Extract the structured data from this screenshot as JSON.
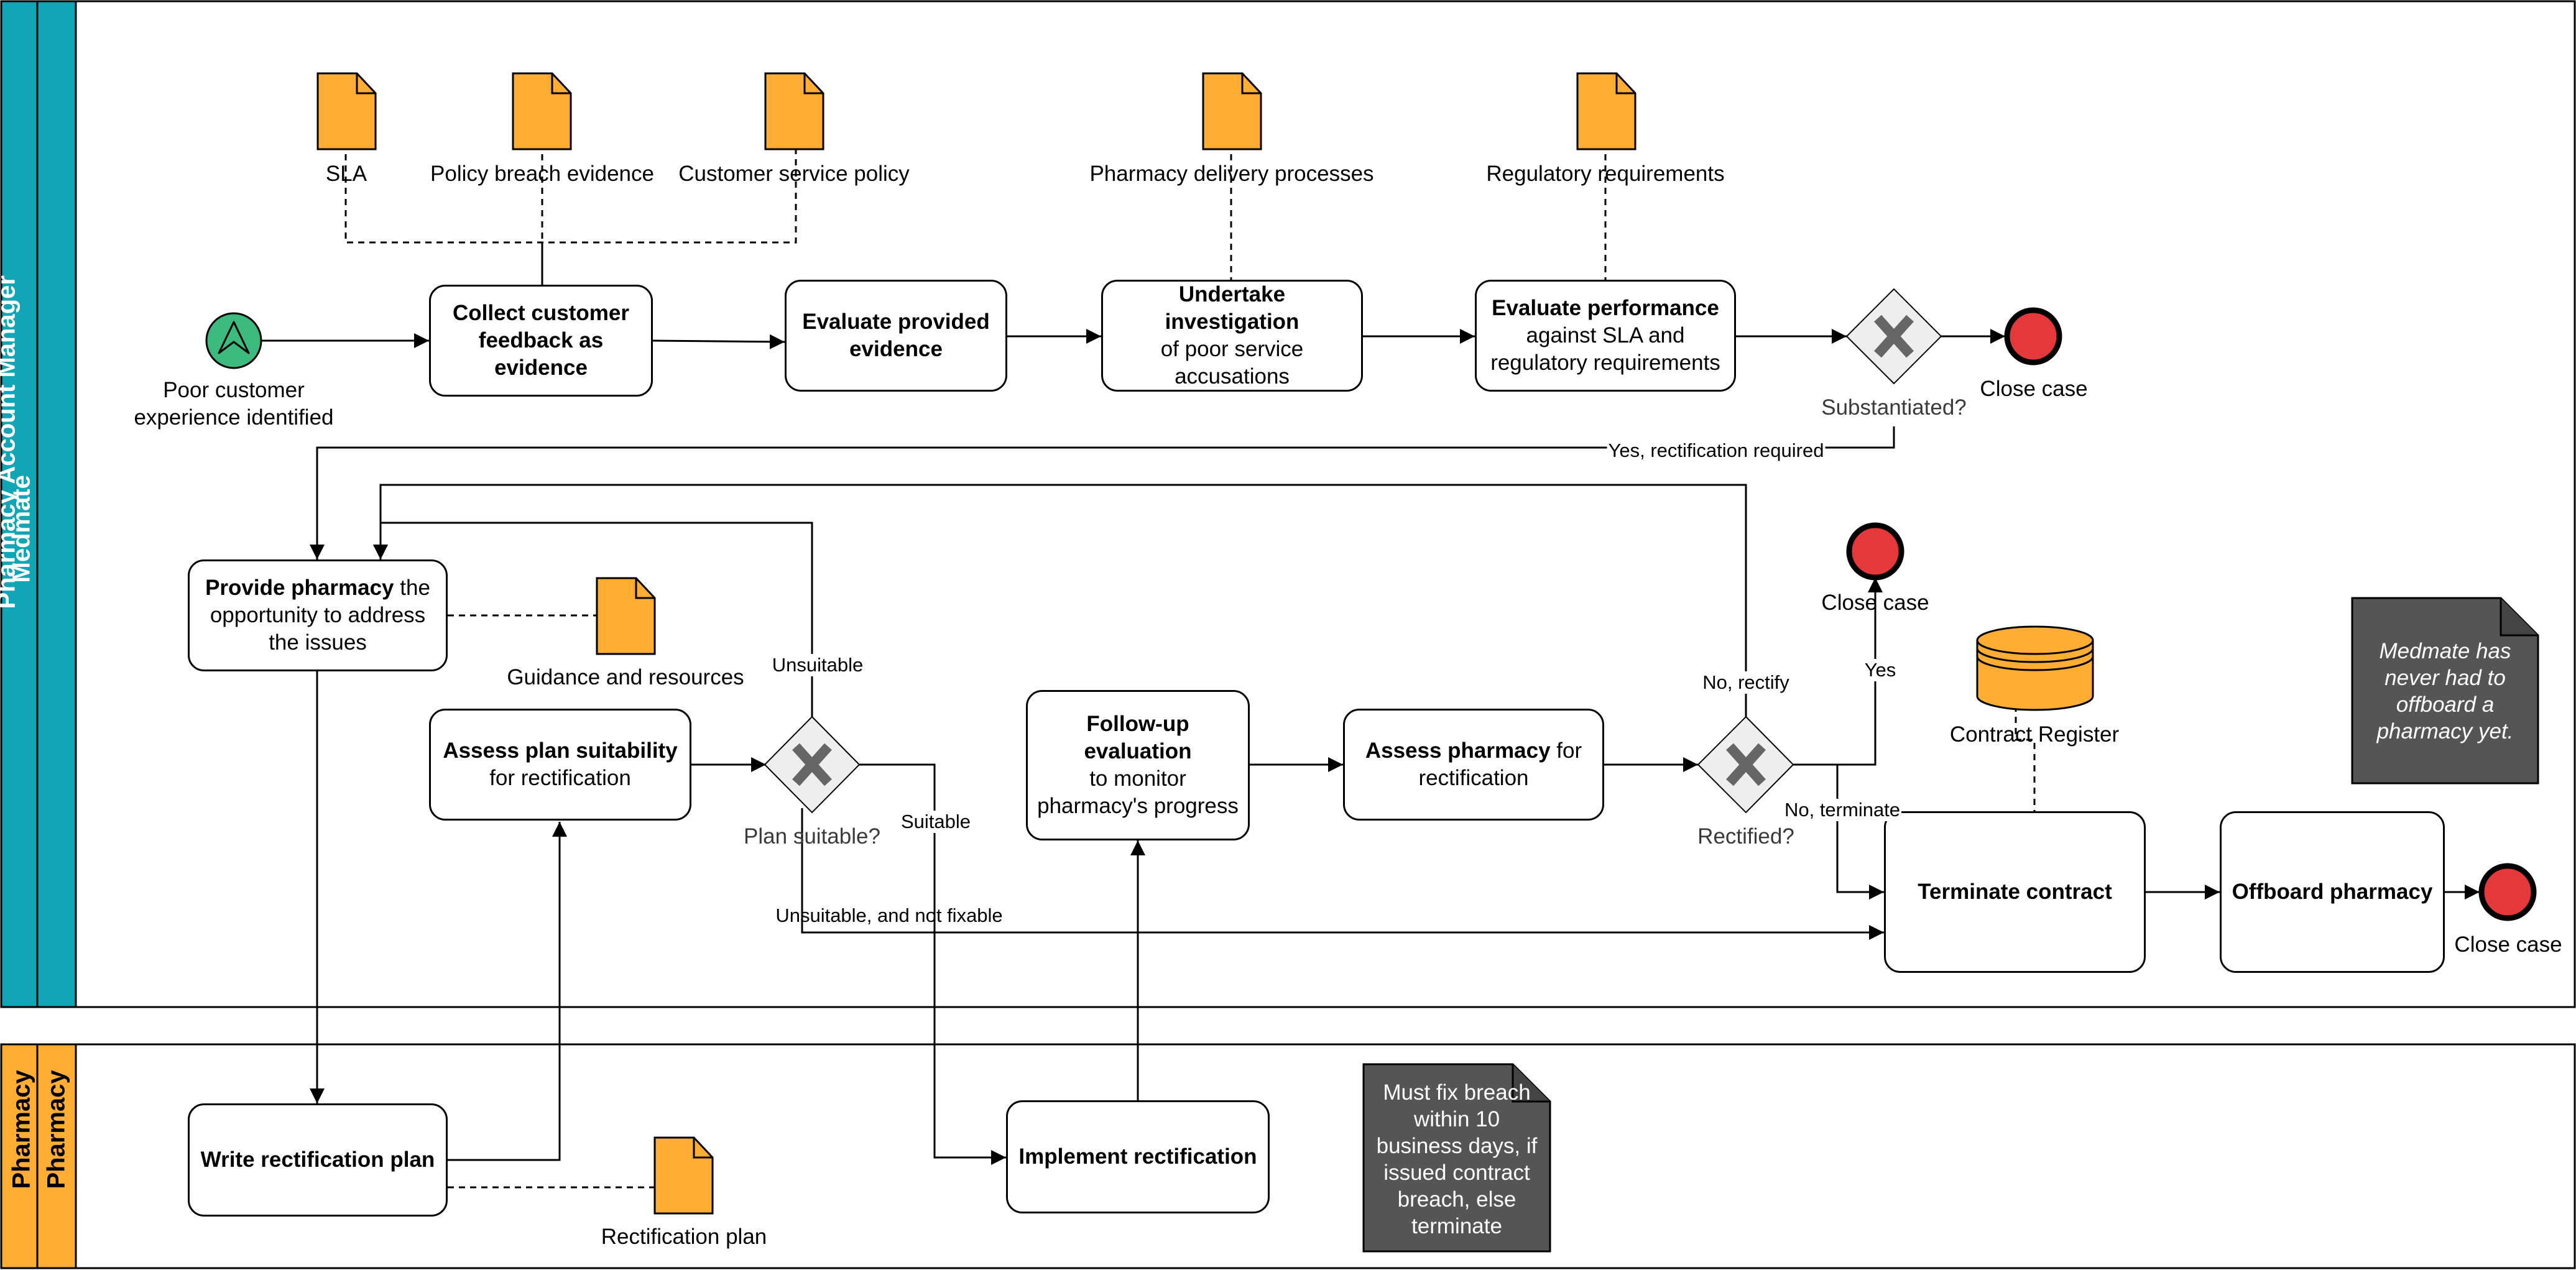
{
  "pools": [
    {
      "name": "Medmate",
      "lane": "Pharmacy Account Manager",
      "color": "#11A5B5"
    },
    {
      "name": "Pharmacy",
      "lane": "Pharmacy",
      "color": "#FFAE33"
    }
  ],
  "colors": {
    "data_object": "#FFAE33",
    "end_event": "#E5383B",
    "start_event": "#3DBA7E",
    "note": "#555555",
    "gateway": "#EEEEEE"
  },
  "start_event": {
    "label": "Poor customer experience identified"
  },
  "tasks": {
    "collect": {
      "bold": "Collect customer feedback as evidence",
      "rest": ""
    },
    "evaluate_evidence": {
      "bold": "Evaluate provided evidence",
      "rest": ""
    },
    "investigation": {
      "bold": "Undertake investigation",
      "rest": "of poor service accusations"
    },
    "evaluate_performance": {
      "bold": "Evaluate performance",
      "rest": "against SLA and regulatory requirements"
    },
    "provide": {
      "bold": "Provide pharmacy",
      "rest": "the opportunity to address the issues"
    },
    "assess_plan": {
      "bold": "Assess plan suitability",
      "rest": "for rectification"
    },
    "followup": {
      "bold": "Follow-up evaluation",
      "rest": "to monitor pharmacy's progress"
    },
    "assess_pharmacy": {
      "bold": "Assess pharmacy",
      "rest": "for rectification"
    },
    "terminate": {
      "bold": "Terminate contract",
      "rest": ""
    },
    "offboard": {
      "bold": "Offboard pharmacy",
      "rest": ""
    },
    "write_plan": {
      "bold": "Write rectification plan",
      "rest": ""
    },
    "implement": {
      "bold": "Implement rectification",
      "rest": ""
    }
  },
  "gateways": {
    "substantiated": "Substantiated?",
    "plan_suitable": "Plan suitable?",
    "rectified": "Rectified?"
  },
  "end_events": {
    "top": "Close case",
    "mid": "Close case",
    "final": "Close case"
  },
  "data_objects": {
    "sla": "SLA",
    "policy_breach": "Policy breach evidence",
    "customer_service": "Customer service policy",
    "delivery_processes": "Pharmacy delivery processes",
    "regulatory": "Regulatory requirements",
    "guidance": "Guidance and resources",
    "rectification_plan": "Rectification plan"
  },
  "data_store": "Contract Register",
  "flow_labels": {
    "yes_rectification": "Yes, rectification required",
    "unsuitable": "Unsuitable",
    "suitable": "Suitable",
    "unsuitable_not_fixable": "Unsuitable, and not fixable",
    "no_rectify": "No, rectify",
    "yes": "Yes",
    "no_terminate": "No, terminate"
  },
  "notes": {
    "offboard_note": "Medmate has never had to offboard a pharmacy yet.",
    "breach_note": "Must fix breach within 10 business days, if issued contract breach, else terminate"
  },
  "markers": {
    "subprocess": "+",
    "loop": "loop-icon"
  }
}
